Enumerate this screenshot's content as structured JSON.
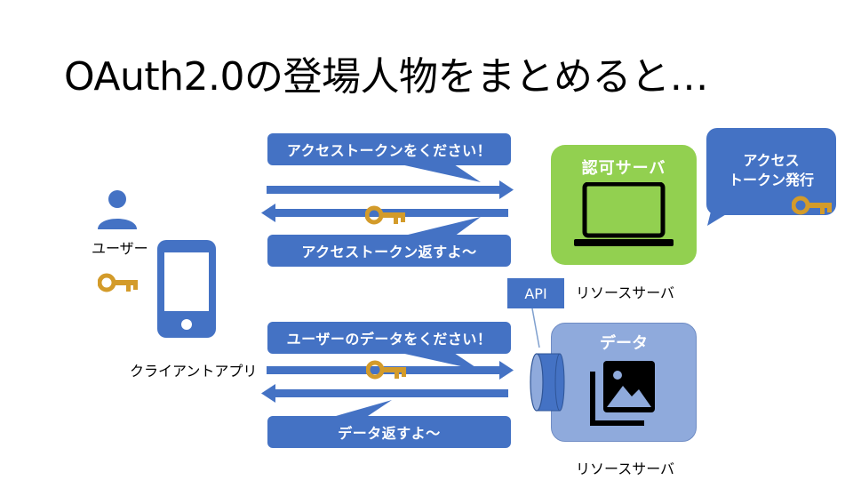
{
  "title": "OAuth2.0の登場人物をまとめると…",
  "actors": {
    "user": "ユーザー",
    "client": "クライアントアプリ",
    "resource_server_top": "リソースサーバ",
    "resource_server_bottom": "リソースサーバ"
  },
  "auth_server": {
    "title": "認可サーバ"
  },
  "data_server": {
    "title": "データ"
  },
  "api": {
    "label": "API"
  },
  "messages": {
    "request_token": "アクセストークンをください！",
    "return_token": "アクセストークン返すよ〜",
    "request_data": "ユーザーのデータをください！",
    "return_data": "データ返すよ〜"
  },
  "issue_bubble": {
    "line1": "アクセス",
    "line2": "トークン発行"
  },
  "colors": {
    "blue": "#4472c4",
    "green": "#92d050",
    "light_blue": "#8faadc",
    "key": "#d39b2a",
    "dark": "#000000"
  },
  "icons": [
    "person-icon",
    "smartphone-icon",
    "key-icon",
    "laptop-icon",
    "photo-library-icon",
    "database-cylinder-icon"
  ]
}
